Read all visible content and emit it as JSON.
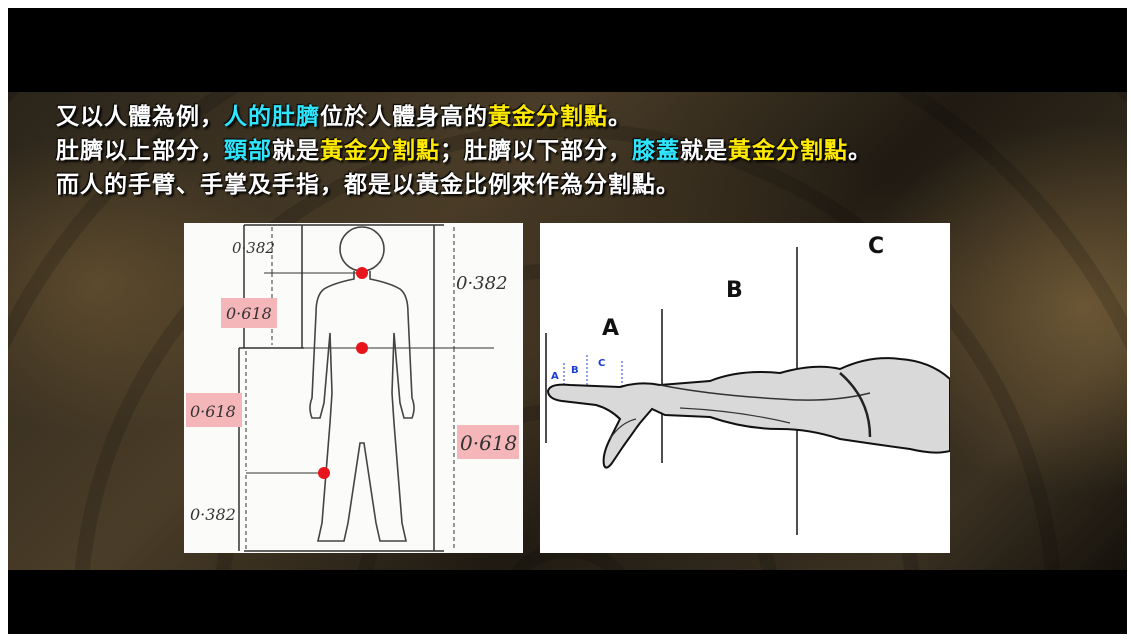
{
  "text": {
    "line1": [
      {
        "t": "又以人體為例，",
        "c": "white"
      },
      {
        "t": "人的肚臍",
        "c": "cyan"
      },
      {
        "t": "位於人體身高的",
        "c": "white"
      },
      {
        "t": "黃金分割點",
        "c": "yellow"
      },
      {
        "t": "。",
        "c": "white"
      }
    ],
    "line2": [
      {
        "t": "肚臍以上部分，",
        "c": "white"
      },
      {
        "t": "頸部",
        "c": "cyan"
      },
      {
        "t": "就是",
        "c": "white"
      },
      {
        "t": "黃金分割點",
        "c": "yellow"
      },
      {
        "t": "；肚臍以下部分，",
        "c": "white"
      },
      {
        "t": "膝蓋",
        "c": "cyan"
      },
      {
        "t": "就是",
        "c": "white"
      },
      {
        "t": "黃金分割點",
        "c": "yellow"
      },
      {
        "t": "。",
        "c": "white"
      }
    ],
    "line3": [
      {
        "t": "而人的手臂、手掌及手指，都是以黃金比例來作為分割點。",
        "c": "white"
      }
    ]
  },
  "colors": {
    "cyan": "#2fe6ff",
    "yellow": "#ffea00",
    "white": "#ffffff",
    "marker": "#e8141b",
    "label_bg": "#f4b6b8"
  },
  "body_diagram": {
    "labels": {
      "top_left": "0·382",
      "top_left_lower": "0·618",
      "top_right": "0·382",
      "mid_left": "0·618",
      "mid_right": "0·618",
      "bottom_left": "0·382"
    }
  },
  "arm_diagram": {
    "labels": {
      "A_big": "A",
      "B_big": "B",
      "C_big": "C",
      "A_small": "A",
      "B_small": "B",
      "C_small": "C"
    }
  }
}
